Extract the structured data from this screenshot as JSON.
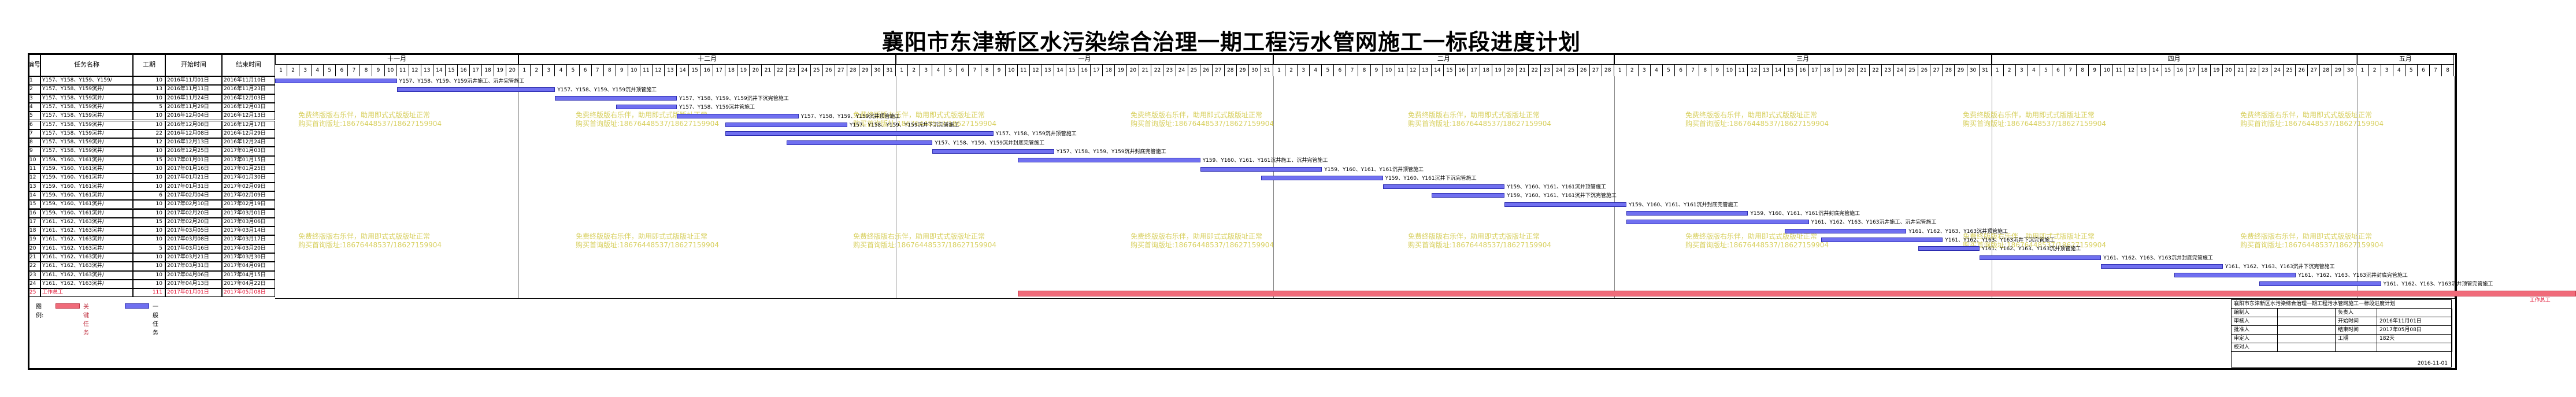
{
  "title": "襄阳市东津新区水污染综合治理一期工程污水管网施工一标段进度计划",
  "columns": {
    "no": "编号",
    "name": "任务名称",
    "duration": "工期",
    "start": "开始时间",
    "end": "结束时间"
  },
  "months": [
    "十一月",
    "十二月",
    "一月",
    "二月",
    "三月",
    "四月",
    "五月"
  ],
  "month_days": [
    20,
    31,
    31,
    28,
    31,
    30,
    8
  ],
  "rows": [
    {
      "no": "1",
      "name": "Y157、Y158、Y159、Y159/",
      "duration": "10",
      "start": "2016年11月01日",
      "end": "2016年11月10日",
      "startDay": 0,
      "days": 10,
      "label": "Y157、Y158、Y159、Y159沉井施工、沉井完管施工",
      "crit": false
    },
    {
      "no": "2",
      "name": "Y157、Y158、Y159沉井/",
      "duration": "13",
      "start": "2016年11月11日",
      "end": "2016年11月23日",
      "startDay": 10,
      "days": 13,
      "label": "Y157、Y158、Y159、Y159沉井顶管施工",
      "crit": false
    },
    {
      "no": "3",
      "name": "Y157、Y158、Y159沉井/",
      "duration": "10",
      "start": "2016年11月24日",
      "end": "2016年12月03日",
      "startDay": 23,
      "days": 10,
      "label": "Y157、Y158、Y159、Y159沉井下沉完管施工",
      "crit": false
    },
    {
      "no": "4",
      "name": "Y157、Y158、Y159沉井/",
      "duration": "5",
      "start": "2016年11月29日",
      "end": "2016年12月03日",
      "startDay": 28,
      "days": 5,
      "label": "Y157、Y158、Y159沉井管施工",
      "crit": false
    },
    {
      "no": "5",
      "name": "Y157、Y158、Y159沉井/",
      "duration": "10",
      "start": "2016年12月04日",
      "end": "2016年12月13日",
      "startDay": 33,
      "days": 10,
      "label": "Y157、Y158、Y159、Y159沉井顶管施工",
      "crit": false
    },
    {
      "no": "6",
      "name": "Y157、Y158、Y159沉井/",
      "duration": "10",
      "start": "2016年12月08日",
      "end": "2016年12月17日",
      "startDay": 37,
      "days": 10,
      "label": "Y157、Y158、Y159、Y159沉井下沉完管施工",
      "crit": false
    },
    {
      "no": "7",
      "name": "Y157、Y158、Y159沉井/",
      "duration": "22",
      "start": "2016年12月08日",
      "end": "2016年12月29日",
      "startDay": 37,
      "days": 22,
      "label": "Y157、Y158、Y159沉井顶管施工",
      "crit": false
    },
    {
      "no": "8",
      "name": "Y157、Y158、Y159沉井/",
      "duration": "12",
      "start": "2016年12月13日",
      "end": "2016年12月24日",
      "startDay": 42,
      "days": 12,
      "label": "Y157、Y158、Y159、Y159沉井封底完管施工",
      "crit": false
    },
    {
      "no": "9",
      "name": "Y157、Y158、Y159沉井/",
      "duration": "10",
      "start": "2016年12月25日",
      "end": "2017年01月03日",
      "startDay": 54,
      "days": 10,
      "label": "Y157、Y158、Y159、Y159沉井封底完管施工",
      "crit": false
    },
    {
      "no": "10",
      "name": "Y159、Y160、Y161沉井/",
      "duration": "15",
      "start": "2017年01月01日",
      "end": "2017年01月15日",
      "startDay": 61,
      "days": 15,
      "label": "Y159、Y160、Y161、Y161沉井施工、沉井完管施工",
      "crit": false
    },
    {
      "no": "11",
      "name": "Y159、Y160、Y161沉井/",
      "duration": "10",
      "start": "2017年01月16日",
      "end": "2017年01月25日",
      "startDay": 76,
      "days": 10,
      "label": "Y159、Y160、Y161、Y161沉井顶管施工",
      "crit": false
    },
    {
      "no": "12",
      "name": "Y159、Y160、Y161沉井/",
      "duration": "10",
      "start": "2017年01月21日",
      "end": "2017年01月30日",
      "startDay": 81,
      "days": 10,
      "label": "Y159、Y160、Y161沉井下沉完管施工",
      "crit": false
    },
    {
      "no": "13",
      "name": "Y159、Y160、Y161沉井/",
      "duration": "10",
      "start": "2017年01月31日",
      "end": "2017年02月09日",
      "startDay": 91,
      "days": 10,
      "label": "Y159、Y160、Y161、Y161沉井顶管施工",
      "crit": false
    },
    {
      "no": "14",
      "name": "Y159、Y160、Y161沉井/",
      "duration": "6",
      "start": "2017年02月04日",
      "end": "2017年02月09日",
      "startDay": 95,
      "days": 6,
      "label": "Y159、Y160、Y161、Y161沉井下沉完管施工",
      "crit": false
    },
    {
      "no": "15",
      "name": "Y159、Y160、Y161沉井/",
      "duration": "10",
      "start": "2017年02月10日",
      "end": "2017年02月19日",
      "startDay": 101,
      "days": 10,
      "label": "Y159、Y160、Y161、Y161沉井封底完管施工",
      "crit": false
    },
    {
      "no": "16",
      "name": "Y159、Y160、Y161沉井/",
      "duration": "10",
      "start": "2017年02月20日",
      "end": "2017年03月01日",
      "startDay": 111,
      "days": 10,
      "label": "Y159、Y160、Y161、Y161沉井封底完管施工",
      "crit": false
    },
    {
      "no": "17",
      "name": "Y161、Y162、Y163沉井/",
      "duration": "15",
      "start": "2017年02月20日",
      "end": "2017年03月06日",
      "startDay": 111,
      "days": 15,
      "label": "Y161、Y162、Y163、Y163沉井施工、沉井完管施工",
      "crit": false
    },
    {
      "no": "18",
      "name": "Y161、Y162、Y163沉井/",
      "duration": "10",
      "start": "2017年03月05日",
      "end": "2017年03月14日",
      "startDay": 124,
      "days": 10,
      "label": "Y161、Y162、Y163、Y163沉井顶管施工",
      "crit": false
    },
    {
      "no": "19",
      "name": "Y161、Y162、Y163沉井/",
      "duration": "10",
      "start": "2017年03月08日",
      "end": "2017年03月17日",
      "startDay": 127,
      "days": 10,
      "label": "Y161、Y162、Y163、Y163沉井下沉完管施工",
      "crit": false
    },
    {
      "no": "20",
      "name": "Y161、Y162、Y163沉井/",
      "duration": "5",
      "start": "2017年03月16日",
      "end": "2017年03月20日",
      "startDay": 135,
      "days": 5,
      "label": "Y161、Y162、Y163、Y163沉井顶管施工",
      "crit": false
    },
    {
      "no": "21",
      "name": "Y161、Y162、Y163沉井/",
      "duration": "10",
      "start": "2017年03月21日",
      "end": "2017年03月30日",
      "startDay": 140,
      "days": 10,
      "label": "Y161、Y162、Y163、Y163沉井封底完管施工",
      "crit": false
    },
    {
      "no": "22",
      "name": "Y161、Y162、Y163沉井/",
      "duration": "10",
      "start": "2017年03月31日",
      "end": "2017年04月09日",
      "startDay": 150,
      "days": 10,
      "label": "Y161、Y162、Y163、Y163沉井下沉完管施工",
      "crit": false
    },
    {
      "no": "23",
      "name": "Y161、Y162、Y163沉井/",
      "duration": "10",
      "start": "2017年04月06日",
      "end": "2017年04月15日",
      "startDay": 156,
      "days": 10,
      "label": "Y161、Y162、Y163、Y163沉井封底完管施工",
      "crit": false
    },
    {
      "no": "24",
      "name": "Y161、Y162、Y163沉井/",
      "duration": "10",
      "start": "2017年04月13日",
      "end": "2017年04月22日",
      "startDay": 163,
      "days": 10,
      "label": "Y161、Y162、Y163、Y163沉井顶管完管施工",
      "crit": false
    },
    {
      "no": "25",
      "name": "工作总工",
      "duration": "111",
      "start": "2017年01月01日",
      "end": "2017年05月08日",
      "startDay": 61,
      "days": 128,
      "label": "工作总工",
      "crit": true
    }
  ],
  "legend": {
    "label": "图例:",
    "critical": "关键任务",
    "normal": "一般任务"
  },
  "watermark": {
    "line1": "免费终版版右乐伴，助用即式式版版址正常",
    "line2": "购买首询版址:18676448537/18627159904"
  },
  "info_box": {
    "project": "襄阳市东津新区水污染综合治理一期工程污水管网施工一标段进度计划",
    "rows": [
      {
        "k1": "编制人",
        "v1": "",
        "k2": "负责人",
        "v2": ""
      },
      {
        "k1": "审核人",
        "v1": "",
        "k2": "开始时间",
        "v2": "2016年11月01日"
      },
      {
        "k1": "批准人",
        "v1": "",
        "k2": "结束时间",
        "v2": "2017年05月08日"
      },
      {
        "k1": "审定人",
        "v1": "",
        "k2": "工期",
        "v2": "182天"
      },
      {
        "k1": "校对人",
        "v1": "",
        "k2": "",
        "v2": ""
      }
    ],
    "date": "2016-11-01"
  },
  "colors": {
    "normal": "#7070f0",
    "critical": "#f06b7a",
    "watermark": "#d8d060"
  }
}
